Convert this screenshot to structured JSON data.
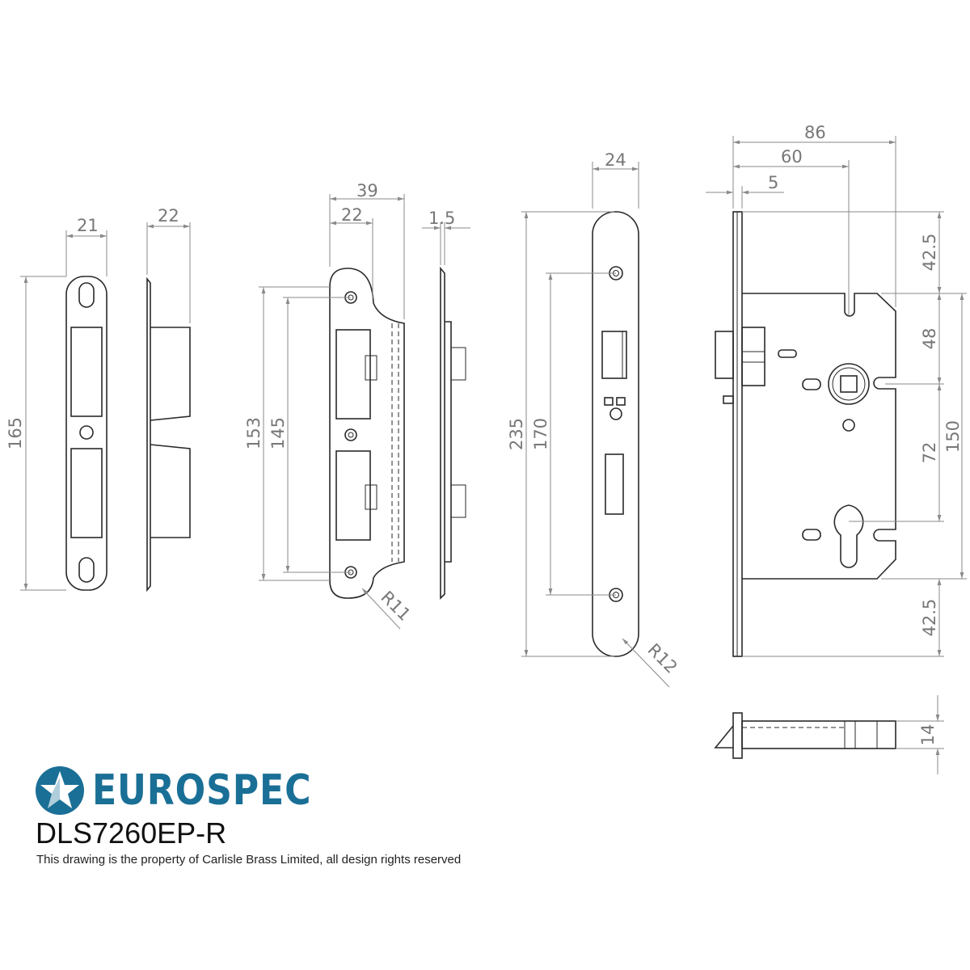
{
  "brand": {
    "name": "EUROSPEC",
    "color": "#1a6f96"
  },
  "model": "DLS7260EP-R",
  "note": "This drawing is the property of Carlisle Brass Limited, all design rights reserved",
  "dimensions": {
    "strike_width": "21",
    "strike_depth": "22",
    "strike_height": "165",
    "radius_strike_width": "39",
    "radius_strike_inner": "22",
    "radius_strike_height": "153",
    "radius_strike_centres": "145",
    "radius_strike_r": "R11",
    "plate_thickness": "1.5",
    "forend_width": "24",
    "forend_height": "235",
    "forend_centres": "170",
    "forend_r": "R12",
    "overall_depth": "86",
    "backset": "60",
    "forend_offset": "5",
    "top_offset": "42.5",
    "follower_to_top": "48",
    "centres": "72",
    "case_height": "150",
    "bottom_offset": "42.5",
    "case_thickness": "14"
  }
}
